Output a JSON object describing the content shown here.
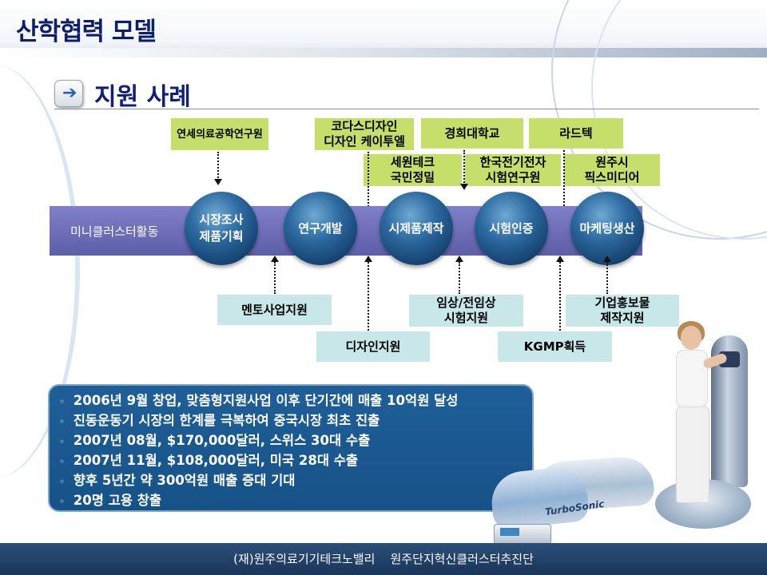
{
  "header": {
    "title": "산학협력 모델"
  },
  "section": {
    "title": "지원 사례"
  },
  "timeline": {
    "label": "미니클러스터활동",
    "stages": [
      "시장조사\n제품기획",
      "연구개발",
      "시제품제작",
      "시험인증",
      "마케팅생산"
    ]
  },
  "partners": {
    "yonsei": "연세의료공학연구원",
    "kodas": "코다스디자인\n디자인 케이투엘",
    "kyunghee": "경희대학교",
    "radtek": "라드텍",
    "sewon": "세원테크\n국민정밀",
    "ktl": "한국전기전자\n시험연구원",
    "pixmedia": "원주시\n픽스미디어"
  },
  "supports": {
    "mentor": "멘토사업지원",
    "design": "디자인지원",
    "clinical": "임상/전임상\n시험지원",
    "kgmp": "KGMP획득",
    "promo": "기업홍보물\n제작지원"
  },
  "highlights": [
    "2006년 9월 창업, 맞춤형지원사업 이후 단기간에 매출 10억원 달성",
    "진동운동기 시장의 한계를 극복하여 중국시장 최초 진출",
    "2007년 08월, $170,000달러, 스위스 30대 수출",
    "2007년 11월, $108,000달러, 미국 28대 수출",
    "향후 5년간 약 300억원 매출 증대 기대",
    "20명 고용 창출"
  ],
  "bullet_glyph": "◦",
  "product": {
    "brand": "TurboSonic"
  },
  "footer": {
    "text": "(재)원주의료기기테크노밸리    원주단지혁신클러스터추진단"
  },
  "colors": {
    "title": "#0d1f6b",
    "timeline_bar": "#6a6bb4",
    "partner_box": "#c6df6b",
    "support_box": "#c8e7e9",
    "info_box": "#1a5a92",
    "footer_bar": "#233f66"
  },
  "icons": {
    "section_marker": "arrow-right-icon"
  }
}
